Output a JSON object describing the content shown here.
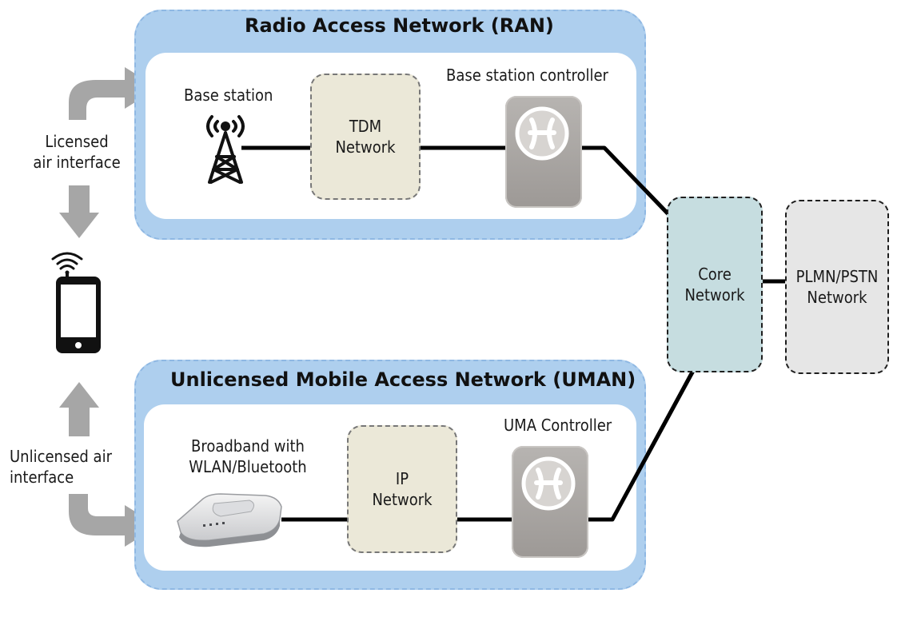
{
  "ran": {
    "title": "Radio Access Network (RAN)",
    "base_station_label": "Base station",
    "tdm_network_label": [
      "TDM",
      "Network"
    ],
    "controller_label": "Base station controller"
  },
  "uman": {
    "title": "Unlicensed Mobile Access Network (UMAN)",
    "broadband_label": [
      "Broadband with",
      "WLAN/Bluetooth"
    ],
    "ip_network_label": [
      "IP",
      "Network"
    ],
    "controller_label": "UMA Controller"
  },
  "licensed_air_interface": [
    "Licensed",
    "air interface"
  ],
  "unlicensed_air_interface": [
    "Unlicensed air",
    "interface"
  ],
  "core_network_label": [
    "Core",
    "Network"
  ],
  "plmn_network_label": [
    "PLMN/PSTN",
    "Network"
  ],
  "colors": {
    "network_frame": "#aecfee",
    "tdm_ip_fill": "#ebe8d8",
    "core_fill": "#c6dde0",
    "plmn_fill": "#e6e6e6",
    "arrow_gray": "#a6a6a6",
    "controller_gray": "#a8a5a2"
  },
  "icons": [
    "cell-tower-icon",
    "switch-emblem-icon",
    "mobile-phone-icon",
    "wifi-router-icon",
    "arrow-icon"
  ]
}
